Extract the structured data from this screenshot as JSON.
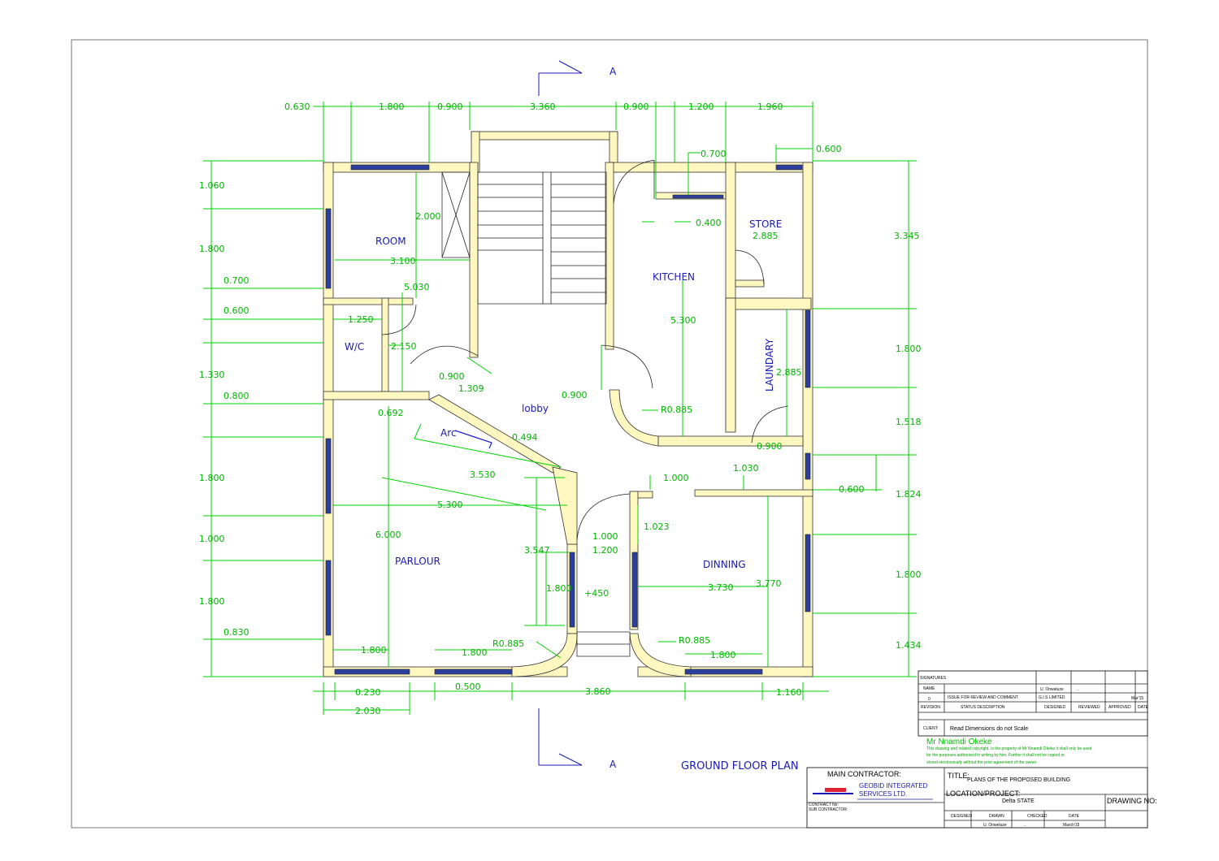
{
  "dimensions": {
    "top": [
      "0.630",
      "1.800",
      "0.900",
      "3.360",
      "0.900",
      "1.200",
      "1.960",
      "0.600",
      "0.700"
    ],
    "left": [
      "1.060",
      "1.800",
      "0.700",
      "0.600",
      "1.330",
      "0.800",
      "1.800",
      "1.000",
      "1.800",
      "0.830"
    ],
    "right": [
      "3.345",
      "1.800",
      "1.518",
      "1.824",
      "1.800",
      "1.434"
    ],
    "bottom": [
      "0.230",
      "2.030",
      "0.500",
      "3.860",
      "1.160"
    ],
    "interior": {
      "room_stair": "2.000",
      "room_width": "3.100",
      "room_depth": "5.030",
      "wc_w": "1.250",
      "wc_h": "2.150",
      "door_a": "0.900",
      "diag_a": "1.309",
      "door_b": "0.900",
      "parlour_a": "0.692",
      "door_c": "0.494",
      "diag_b": "3.530",
      "parlour_w": "5.300",
      "parlour_h": "6.000",
      "parlour_h2": "3.547",
      "porch_h": "1.800",
      "porch_door": "1.000",
      "porch_w": "1.200",
      "dinning_door": "1.023",
      "dinning_w": "1.000",
      "dinning_gap": "1.030",
      "dinning_side": "0.600",
      "dinning_len": "3.730",
      "dinning_h": "3.770",
      "kitchen_h": "5.300",
      "kitchen_r": "R0.885",
      "kitchen_store": "0.400",
      "store_w": "2.885",
      "laundry_w": "2.885",
      "laundry_door": "0.900",
      "pr_a": "1.800",
      "pr_b": "1.800",
      "pr_r": "R0.885",
      "dn_r": "R0.885",
      "dn_a": "1.800",
      "level": "+450"
    }
  },
  "rooms": {
    "room": "ROOM",
    "wc": "W/C",
    "lobby": "lobby",
    "kitchen": "KITCHEN",
    "store": "STORE",
    "laundary": "LAUNDARY",
    "parlour": "PARLOUR",
    "dinning": "DINNING",
    "arc": "Arc"
  },
  "section_marker": "A",
  "plan_title": "GROUND FLOOR PLAN",
  "title_block": {
    "signatures": "SIGNATURES",
    "name": "NAME",
    "name_value": "U. Onwaluze",
    "dash": "..",
    "rev_no": "0",
    "issue": "ISSUE FOR REVIEW AND COMMENT",
    "company_short": "G.I.S LIMITED",
    "date_short": "Mar'15",
    "revision": "REVISION",
    "status": "STATUS DESCRIPTION",
    "designed": "DESIGNED",
    "reviewed": "REVIEWED",
    "approved": "APPROVED",
    "date": "DATE",
    "client_label": "CLIENT:",
    "client_note": "Read Dimensions do not Scale",
    "client_name": "Mr Nnamdi Okeke",
    "copyright_1": "This drawing and related copyright, is the property of Mr Nnamdi Okeke it shall only be used",
    "copyright_2": "for the purposes authorised in writing by him. Further it shall not be copied or",
    "copyright_3": "stored electronically without the prior agreement of the owner.",
    "main_contractor": "MAIN CONTRACTOR:",
    "contractor_name_1": "GEOBID INTEGRATED",
    "contractor_name_2": "SERVICES LTD.",
    "contract_no": "CONTRACT No:",
    "sub_contractor": "SUB CONTRACTOR:",
    "title_label": "TITLE:",
    "title_value": "PLANS OF THE PROPOSED BUILDING",
    "location_label": "LOCATION/PROJECT:",
    "location_value": "Delta STATE",
    "drawing_no": "DRAWING NO:",
    "col_designed": "DESIGNED",
    "col_drawn": "DRAWN",
    "col_checked": "CHECKED",
    "col_date": "DATE",
    "drawn_by": "U. Onweluze",
    "checked_by": "..",
    "drawn_date": "March'15"
  },
  "colors": {
    "dimension": "#00d200",
    "label": "#1a1ab4",
    "wall_fill": "#fff7c0",
    "window": "#2c3e9e"
  }
}
